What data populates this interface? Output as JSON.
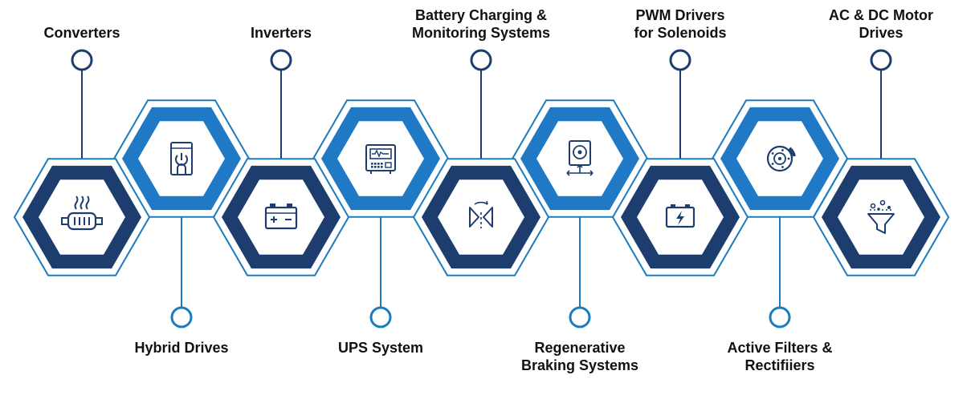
{
  "colors": {
    "outline": "#1a7bbf",
    "dark_navy": "#1c3d6e",
    "bright_blue": "#1f79c4",
    "line": "#1c3d6e",
    "icon": "#1c3d6e",
    "text": "#111111"
  },
  "stages": [
    {
      "label_lines": [
        "Converters"
      ],
      "icon": "catalytic-converter-icon",
      "shade": "dark",
      "label_pos": "top"
    },
    {
      "label_lines": [
        "Hybrid Drives"
      ],
      "icon": "charging-station-icon",
      "shade": "bright",
      "label_pos": "bottom"
    },
    {
      "label_lines": [
        "Inverters"
      ],
      "icon": "car-battery-icon",
      "shade": "dark",
      "label_pos": "top"
    },
    {
      "label_lines": [
        "UPS System"
      ],
      "icon": "ups-device-icon",
      "shade": "bright",
      "label_pos": "bottom"
    },
    {
      "label_lines": [
        "Battery Charging  &",
        "Monitoring Systems"
      ],
      "icon": "regenerative-arrows-icon",
      "shade": "dark",
      "label_pos": "top"
    },
    {
      "label_lines": [
        "Regenerative",
        "Braking Systems"
      ],
      "icon": "hard-drive-icon",
      "shade": "bright",
      "label_pos": "bottom"
    },
    {
      "label_lines": [
        "PWM Drivers",
        "for Solenoids"
      ],
      "icon": "battery-bolt-icon",
      "shade": "dark",
      "label_pos": "top"
    },
    {
      "label_lines": [
        "Active Filters &",
        "Rectifiiers"
      ],
      "icon": "brake-disc-icon",
      "shade": "bright",
      "label_pos": "bottom"
    },
    {
      "label_lines": [
        "AC & DC Motor",
        "Drives"
      ],
      "icon": "filter-funnel-icon",
      "shade": "dark",
      "label_pos": "top"
    }
  ]
}
